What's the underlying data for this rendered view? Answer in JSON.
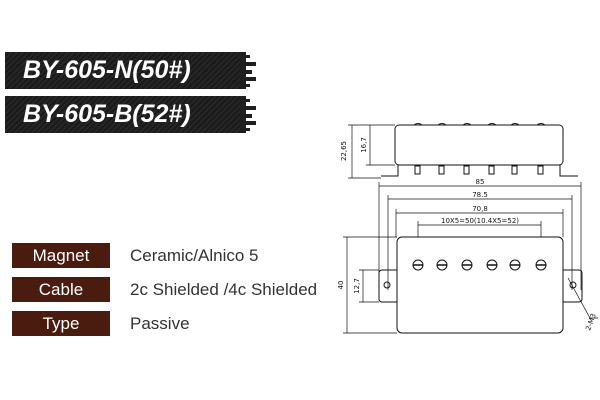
{
  "models": [
    {
      "name": "BY-605-N(50#)"
    },
    {
      "name": "BY-605-B(52#)"
    }
  ],
  "specs": [
    {
      "label": "Magnet",
      "value": "Ceramic/Alnico 5"
    },
    {
      "label": "Cable",
      "value": "2c Shielded /4c Shielded"
    },
    {
      "label": "Type",
      "value": "Passive"
    }
  ],
  "drawing": {
    "dim_total_height": "22,65",
    "dim_body_height": "16,7",
    "dim_overall_length": "85",
    "dim_mount_spacing": "78.5",
    "dim_body_length": "70,8",
    "dim_pole_spacing": "10X5=50(10.4X5=52)",
    "dim_width": "40",
    "dim_ear_width": "12,7",
    "dim_screw": "2-M3"
  }
}
